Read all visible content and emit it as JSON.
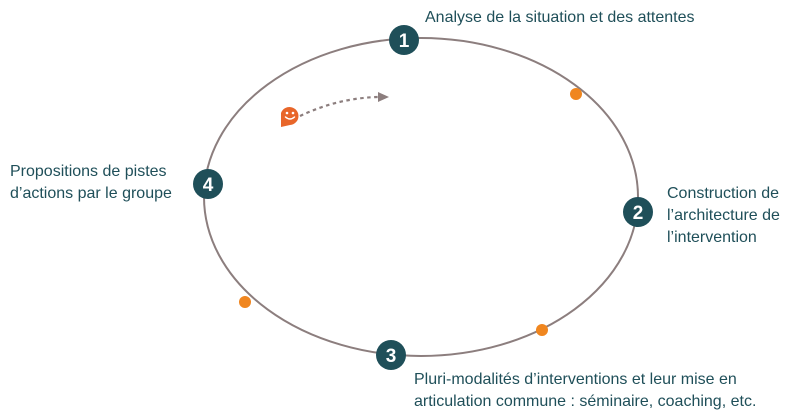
{
  "colors": {
    "cycle_line": "#8c7e7e",
    "step_circle": "#1f4f59",
    "step_text": "#ffffff",
    "label_text": "#1f4f59",
    "milestone_dot": "#f0861f",
    "arrow_dashes": "#8c7e7e",
    "smiley_badge": "#e8662a"
  },
  "icons": {
    "smiley": "smiley-speech-bubble-icon",
    "arrow": "dashed-arrow-icon"
  },
  "steps": [
    {
      "number": "1",
      "lines": [
        "Analyse de la situation et des attentes"
      ]
    },
    {
      "number": "2",
      "lines": [
        "Construction de",
        "l’architecture de",
        "l’intervention"
      ]
    },
    {
      "number": "3",
      "lines": [
        "Pluri-modalités d’interventions et leur mise en",
        "articulation commune : séminaire, coaching, etc."
      ]
    },
    {
      "number": "4",
      "lines": [
        "Propositions de pistes",
        "d’actions par le groupe"
      ]
    }
  ]
}
